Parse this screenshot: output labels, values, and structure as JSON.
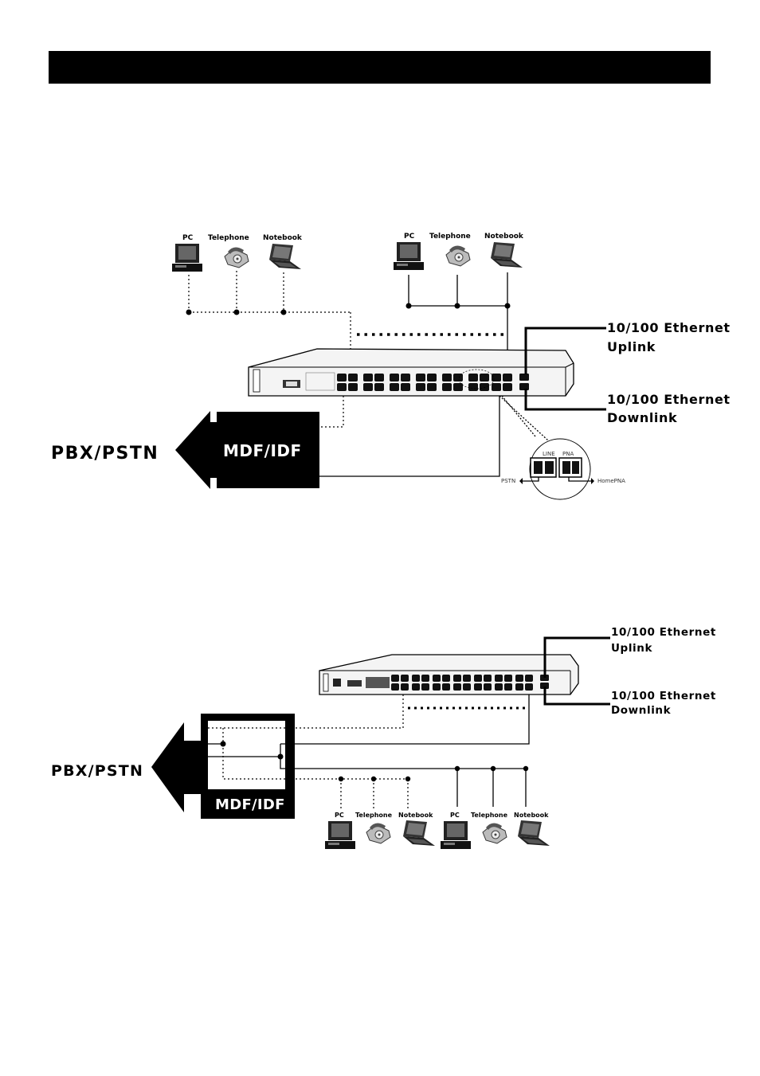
{
  "diagram1": {
    "left_group": {
      "pc": "PC",
      "telephone": "Telephone",
      "notebook": "Notebook"
    },
    "right_group": {
      "pc": "PC",
      "telephone": "Telephone",
      "notebook": "Notebook"
    },
    "uplink_line1": "10/100 Ethernet",
    "uplink_line2": "Uplink",
    "downlink_line1": "10/100 Ethernet",
    "downlink_line2": "Downlink",
    "pbx": "PBX/PSTN",
    "mdf": "MDF/IDF",
    "detail_line": "LINE",
    "detail_pna": "PNA",
    "detail_pstn": "PSTN",
    "detail_homepna": "HomePNA"
  },
  "diagram2": {
    "uplink_line1": "10/100 Ethernet",
    "uplink_line2": "Uplink",
    "downlink_line1": "10/100 Ethernet",
    "downlink_line2": "Downlink",
    "pbx": "PBX/PSTN",
    "mdf": "MDF/IDF",
    "left_group": {
      "pc": "PC",
      "telephone": "Telephone",
      "notebook": "Notebook"
    },
    "right_group": {
      "pc": "PC",
      "telephone": "Telephone",
      "notebook": "Notebook"
    }
  }
}
